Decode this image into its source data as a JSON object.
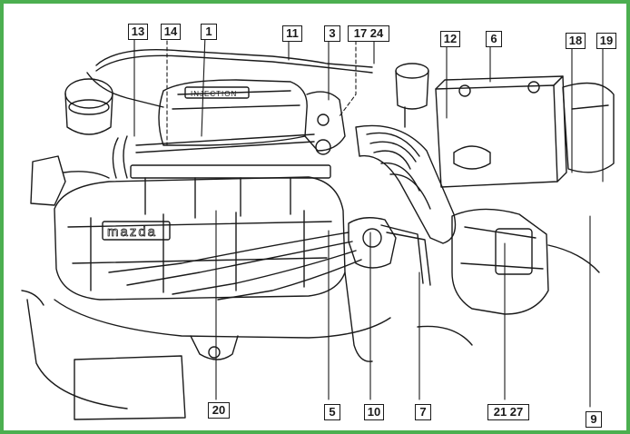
{
  "diagram": {
    "engine_brand_text": "mazda",
    "cover_badge_text": "INJECTION",
    "labels": [
      {
        "id": "13",
        "text": "13"
      },
      {
        "id": "14",
        "text": "14"
      },
      {
        "id": "1",
        "text": "1"
      },
      {
        "id": "11",
        "text": "11"
      },
      {
        "id": "3",
        "text": "3"
      },
      {
        "id": "17-24",
        "text": "17 24"
      },
      {
        "id": "12",
        "text": "12"
      },
      {
        "id": "6",
        "text": "6"
      },
      {
        "id": "18",
        "text": "18"
      },
      {
        "id": "19",
        "text": "19"
      },
      {
        "id": "20",
        "text": "20"
      },
      {
        "id": "5",
        "text": "5"
      },
      {
        "id": "10",
        "text": "10"
      },
      {
        "id": "7",
        "text": "7"
      },
      {
        "id": "21-27",
        "text": "21 27"
      },
      {
        "id": "9",
        "text": "9"
      }
    ]
  },
  "colors": {
    "frame": "#4caf50",
    "ink": "#1a1a1a",
    "background": "#ffffff"
  }
}
